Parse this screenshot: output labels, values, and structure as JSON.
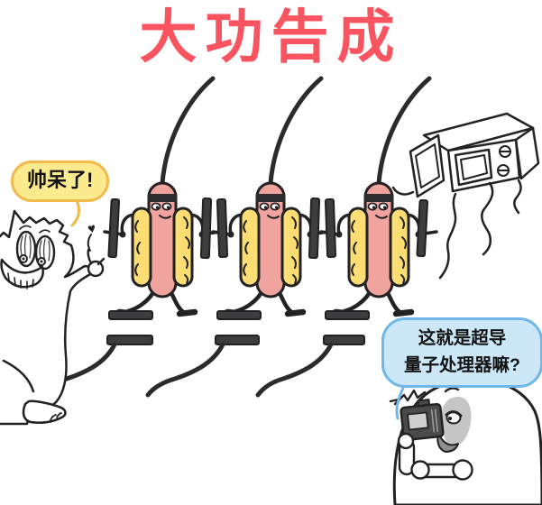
{
  "title": {
    "text": "大功告成"
  },
  "bubbles": {
    "cat": {
      "text": "帅呆了!"
    },
    "camera": {
      "line1": "这就是超导",
      "line2": "量子处理器嘛?"
    }
  },
  "icons": {
    "heart": "♥"
  },
  "scene": {
    "hotdog_count": 3,
    "description_labels": {
      "hotdog": "weightlifting-hotdog-qubit",
      "microwave": "open-microwave-oven",
      "cat": "cheering-cat",
      "photographer": "camera-character"
    }
  },
  "colors": {
    "title": "#F9545F",
    "bubble-yellow-bg": "#FBEA8E",
    "bubble-yellow-border": "#F2BA4B",
    "bubble-blue-bg": "#CBE7F8",
    "bubble-blue-border": "#6FB7E8",
    "sausage": "#F1A49E",
    "bun": "#FBDD74",
    "plate": "#3D3D3F",
    "cable": "#2B2B2B",
    "face-gray": "#C6C6C6",
    "beard-gray": "#8F8F8F",
    "camera-body": "#4A4A4C",
    "camera-screen": "#CFCFCF"
  }
}
